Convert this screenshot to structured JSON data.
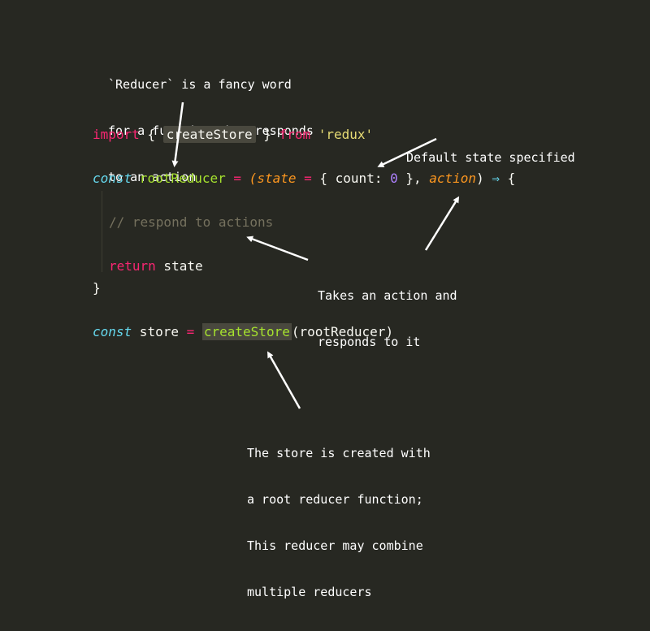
{
  "annotations": {
    "reducer_note": [
      "`Reducer` is a fancy word",
      "for a function that responds",
      "to an action"
    ],
    "default_state_note": [
      "Default state specified"
    ],
    "takes_action_note": [
      "Takes an action and",
      "responds to it"
    ],
    "store_note": [
      "The store is created with",
      "a root reducer function;",
      "This reducer may combine",
      "multiple reducers"
    ]
  },
  "code": {
    "line1": {
      "import_kw": "import",
      "brace_open": " { ",
      "create_store": "createStore",
      "brace_close": " } ",
      "from_kw": "from",
      "space": " ",
      "module": "'redux'"
    },
    "line2": {
      "const_kw": "const",
      "name": " rootReducer",
      "eq": " = ",
      "paren_open": "(",
      "state_param": "state",
      "eq2": " = ",
      "obj_open": "{ count: ",
      "zero": "0",
      "obj_close": " }, ",
      "action_param": "action",
      "paren_close": ") ",
      "fat_arrow": "⇒",
      "body_open": " {"
    },
    "line3": {
      "comment": "// respond to actions"
    },
    "line4": {
      "return_kw": "return",
      "value": " state"
    },
    "line5": {
      "close": "}"
    },
    "line6": {
      "const_kw": "const",
      "name": " store",
      "eq": " = ",
      "call": "createStore",
      "args": "(rootReducer)"
    }
  },
  "colors": {
    "background": "#272822",
    "keyword": "#f92672",
    "string": "#e6db74",
    "function": "#a6e22e",
    "number": "#ae81ff",
    "parameter": "#fd971f",
    "storage": "#66d9ef",
    "comment": "#75715e",
    "text": "#f8f8f2",
    "annotation": "#ffffff"
  }
}
